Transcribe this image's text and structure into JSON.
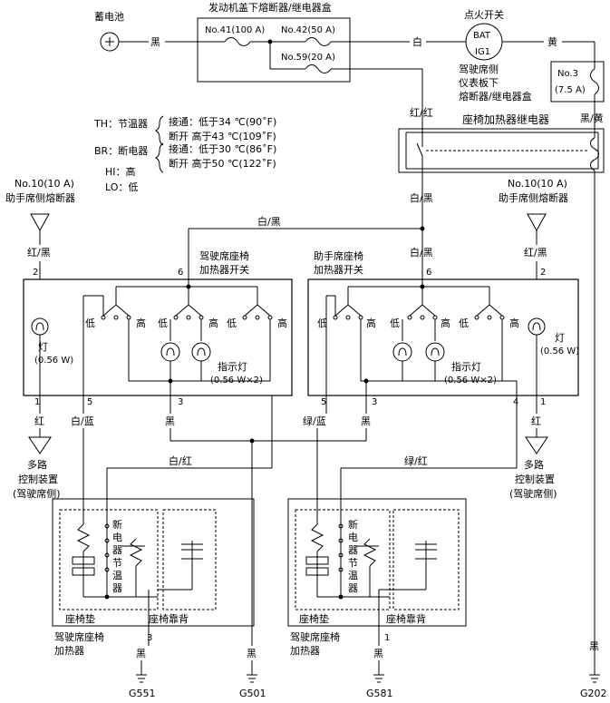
{
  "labels": {
    "battery": "蓄电池",
    "underhood_box": "发动机盖下熔断器/继电器盒",
    "ignition_switch": "点火开关",
    "bat": "BAT",
    "ig1": "IG1",
    "fuse41": "No.41(100 A)",
    "fuse42": "No.42(50 A)",
    "fuse59": "No.59(20 A)",
    "dash_box_1": "驾驶席侧",
    "dash_box_2": "仪表板下",
    "dash_box_3": "熔断器/继电器盒",
    "fuse3_a": "No.3",
    "fuse3_b": "(7.5 A)",
    "relay": "座椅加热器继电器",
    "th_1": "TH：节温器",
    "th_2a": "接通：低于34 ℃(90˚F)",
    "th_2b": "断开    高于43 ℃(109˚F)",
    "br_1": "BR：断电器",
    "br_2a": "接通：低于30 ℃(86˚F)",
    "br_2b": "断开    高于50 ℃(122˚F)",
    "hi": "HI：高",
    "lo": "LO：低",
    "fuse10_left_a": "No.10(10 A)",
    "fuse10_left_b": "助手席侧熔断器",
    "fuse10_right_a": "No.10(10 A)",
    "fuse10_right_b": "助手席侧熔断器",
    "drv_switch_1": "驾驶席座椅",
    "drv_switch_2": "加热器开关",
    "pas_switch_1": "助手席座椅",
    "pas_switch_2": "加热器开关",
    "lamp": "灯",
    "lamp_w": "(0.56 W)",
    "indicator": "指示灯",
    "indicator_w": "(0.56 W×2)",
    "low": "低",
    "high": "高",
    "mux_left_1": "多路",
    "mux_left_2": "控制装置",
    "mux_left_3": "(驾驶席侧)",
    "mux_right_1": "多路",
    "mux_right_2": "控制装置",
    "mux_right_3": "(驾驶席侧)",
    "seat_cushion": "座椅垫",
    "seat_back": "座椅靠背",
    "new_th_chars": [
      "新",
      "电",
      "器",
      "节",
      "温",
      "器"
    ],
    "drv_heater_1": "驾驶席座椅",
    "drv_heater_2": "加热器",
    "pas_heater_1": "驾驶席座椅",
    "pas_heater_2": "加热器",
    "g551": "G551",
    "g501": "G501",
    "g581": "G581",
    "g202": "G202"
  },
  "wires": {
    "black": "黑",
    "white": "白",
    "yellow": "黄",
    "red_red": "红/红",
    "black_yellow": "黑/黄",
    "white_black": "白/黑",
    "red_black": "红/黑",
    "red": "红",
    "white_blue": "白/蓝",
    "green_blue": "绿/蓝",
    "white_red": "白/红",
    "green_red": "绿/红"
  },
  "pins": {
    "p1": "1",
    "p2": "2",
    "p3": "3",
    "p4": "4",
    "p5": "5",
    "p6": "6"
  }
}
